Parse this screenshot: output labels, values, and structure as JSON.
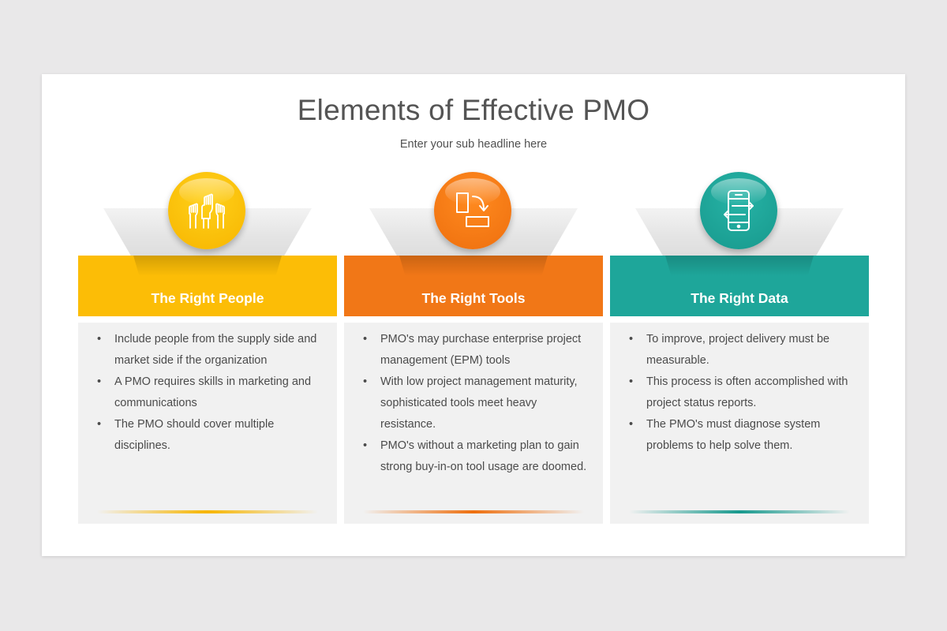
{
  "slide": {
    "title": "Elements of Effective PMO",
    "subtitle": "Enter your sub headline here"
  },
  "cards": [
    {
      "heading": "The Right People",
      "icon": "raised-fists-icon",
      "color": "#fcbd06",
      "bullets": [
        "Include people from the supply side and market side if the organization",
        "A PMO requires skills in marketing and communications",
        "The PMO should cover multiple disciplines."
      ]
    },
    {
      "heading": "The Right Tools",
      "icon": "transfer-tool-icon",
      "color": "#f17717",
      "bullets": [
        "PMO's may purchase enterprise project management (EPM) tools",
        "With low project management maturity, sophisticated tools meet heavy resistance.",
        "PMO's without a marketing plan to gain strong buy-in-on tool usage are doomed."
      ]
    },
    {
      "heading": "The Right Data",
      "icon": "phone-data-sync-icon",
      "color": "#1ea69a",
      "bullets": [
        "To improve, project delivery must be measurable.",
        "This process is often accomplished with project status reports.",
        "The PMO's must diagnose system problems to help solve them."
      ]
    }
  ]
}
